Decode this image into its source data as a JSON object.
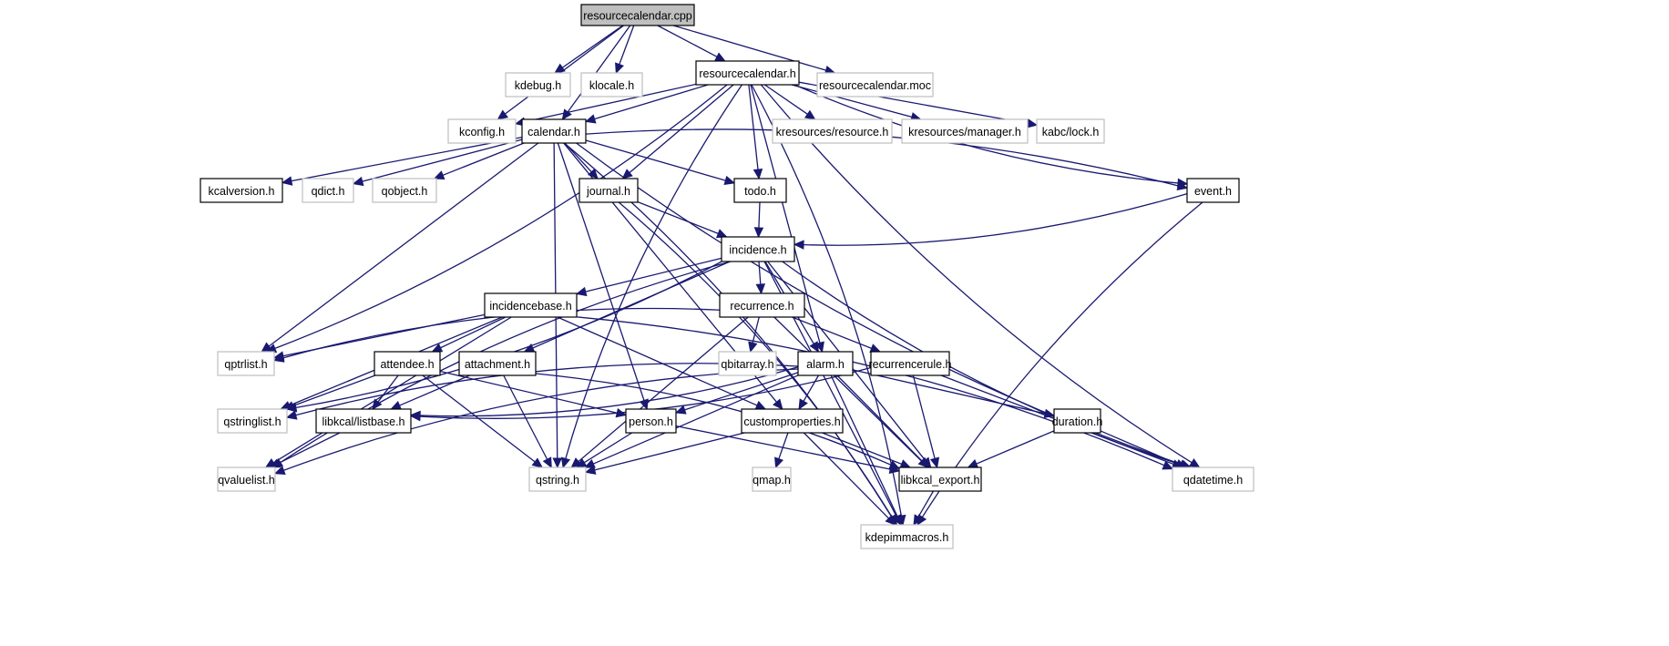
{
  "title": "resourcecalendar.cpp include dependency graph",
  "colors": {
    "edge": "#191970",
    "main_fill": "#bfbfbf",
    "local_border": "#000000",
    "system_border": "#bfbfbf"
  },
  "nodes": [
    {
      "id": "resourcecalendar_cpp",
      "label": "resourcecalendar.cpp",
      "kind": "main"
    },
    {
      "id": "kdebug_h",
      "label": "kdebug.h",
      "kind": "system"
    },
    {
      "id": "klocale_h",
      "label": "klocale.h",
      "kind": "system"
    },
    {
      "id": "resourcecalendar_h",
      "label": "resourcecalendar.h",
      "kind": "local"
    },
    {
      "id": "resourcecalendar_moc",
      "label": "resourcecalendar.moc",
      "kind": "system"
    },
    {
      "id": "kconfig_h",
      "label": "kconfig.h",
      "kind": "system"
    },
    {
      "id": "calendar_h",
      "label": "calendar.h",
      "kind": "local"
    },
    {
      "id": "kresources_resource_h",
      "label": "kresources/resource.h",
      "kind": "system"
    },
    {
      "id": "kresources_manager_h",
      "label": "kresources/manager.h",
      "kind": "system"
    },
    {
      "id": "kabc_lock_h",
      "label": "kabc/lock.h",
      "kind": "system"
    },
    {
      "id": "kcalversion_h",
      "label": "kcalversion.h",
      "kind": "local"
    },
    {
      "id": "qdict_h",
      "label": "qdict.h",
      "kind": "system"
    },
    {
      "id": "qobject_h",
      "label": "qobject.h",
      "kind": "system"
    },
    {
      "id": "journal_h",
      "label": "journal.h",
      "kind": "local"
    },
    {
      "id": "todo_h",
      "label": "todo.h",
      "kind": "local"
    },
    {
      "id": "event_h",
      "label": "event.h",
      "kind": "local"
    },
    {
      "id": "incidence_h",
      "label": "incidence.h",
      "kind": "local"
    },
    {
      "id": "incidencebase_h",
      "label": "incidencebase.h",
      "kind": "local"
    },
    {
      "id": "recurrence_h",
      "label": "recurrence.h",
      "kind": "local"
    },
    {
      "id": "qptrlist_h",
      "label": "qptrlist.h",
      "kind": "system"
    },
    {
      "id": "attendee_h",
      "label": "attendee.h",
      "kind": "local"
    },
    {
      "id": "attachment_h",
      "label": "attachment.h",
      "kind": "local"
    },
    {
      "id": "qbitarray_h",
      "label": "qbitarray.h",
      "kind": "system"
    },
    {
      "id": "alarm_h",
      "label": "alarm.h",
      "kind": "local"
    },
    {
      "id": "recurrencerule_h",
      "label": "recurrencerule.h",
      "kind": "local"
    },
    {
      "id": "qstringlist_h",
      "label": "qstringlist.h",
      "kind": "system"
    },
    {
      "id": "listbase_h",
      "label": "libkcal/listbase.h",
      "kind": "local"
    },
    {
      "id": "person_h",
      "label": "person.h",
      "kind": "local"
    },
    {
      "id": "customproperties_h",
      "label": "customproperties.h",
      "kind": "local"
    },
    {
      "id": "duration_h",
      "label": "duration.h",
      "kind": "local"
    },
    {
      "id": "qvaluelist_h",
      "label": "qvaluelist.h",
      "kind": "system"
    },
    {
      "id": "qstring_h",
      "label": "qstring.h",
      "kind": "system"
    },
    {
      "id": "qmap_h",
      "label": "qmap.h",
      "kind": "system"
    },
    {
      "id": "libkcal_export_h",
      "label": "libkcal_export.h",
      "kind": "local"
    },
    {
      "id": "qdatetime_h",
      "label": "qdatetime.h",
      "kind": "system"
    },
    {
      "id": "kdepimmacros_h",
      "label": "kdepimmacros.h",
      "kind": "system"
    }
  ],
  "edges": [
    [
      "resourcecalendar_cpp",
      "kconfig_h"
    ],
    [
      "resourcecalendar_cpp",
      "kdebug_h"
    ],
    [
      "resourcecalendar_cpp",
      "klocale_h"
    ],
    [
      "resourcecalendar_cpp",
      "calendar_h"
    ],
    [
      "resourcecalendar_cpp",
      "resourcecalendar_h"
    ],
    [
      "resourcecalendar_cpp",
      "resourcecalendar_moc"
    ],
    [
      "resourcecalendar_h",
      "kconfig_h"
    ],
    [
      "resourcecalendar_h",
      "calendar_h"
    ],
    [
      "resourcecalendar_h",
      "kresources_resource_h"
    ],
    [
      "resourcecalendar_h",
      "kresources_manager_h"
    ],
    [
      "resourcecalendar_h",
      "kabc_lock_h"
    ],
    [
      "resourcecalendar_h",
      "journal_h"
    ],
    [
      "resourcecalendar_h",
      "todo_h"
    ],
    [
      "resourcecalendar_h",
      "event_h"
    ],
    [
      "resourcecalendar_h",
      "qptrlist_h"
    ],
    [
      "resourcecalendar_h",
      "qstring_h"
    ],
    [
      "resourcecalendar_h",
      "alarm_h"
    ],
    [
      "resourcecalendar_h",
      "qdatetime_h"
    ],
    [
      "resourcecalendar_h",
      "kdepimmacros_h"
    ],
    [
      "calendar_h",
      "kcalversion_h"
    ],
    [
      "calendar_h",
      "qdict_h"
    ],
    [
      "calendar_h",
      "qobject_h"
    ],
    [
      "calendar_h",
      "journal_h"
    ],
    [
      "calendar_h",
      "todo_h"
    ],
    [
      "calendar_h",
      "event_h"
    ],
    [
      "calendar_h",
      "qptrlist_h"
    ],
    [
      "calendar_h",
      "qstring_h"
    ],
    [
      "calendar_h",
      "person_h"
    ],
    [
      "calendar_h",
      "customproperties_h"
    ],
    [
      "calendar_h",
      "qdatetime_h"
    ],
    [
      "calendar_h",
      "kdepimmacros_h"
    ],
    [
      "journal_h",
      "incidence_h"
    ],
    [
      "journal_h",
      "kdepimmacros_h"
    ],
    [
      "todo_h",
      "incidence_h"
    ],
    [
      "event_h",
      "incidence_h"
    ],
    [
      "event_h",
      "kdepimmacros_h"
    ],
    [
      "incidence_h",
      "incidencebase_h"
    ],
    [
      "incidence_h",
      "recurrence_h"
    ],
    [
      "incidence_h",
      "attachment_h"
    ],
    [
      "incidence_h",
      "alarm_h"
    ],
    [
      "incidence_h",
      "qstringlist_h"
    ],
    [
      "incidence_h",
      "qvaluelist_h"
    ],
    [
      "incidence_h",
      "libkcal_export_h"
    ],
    [
      "incidence_h",
      "qdatetime_h"
    ],
    [
      "incidence_h",
      "kdepimmacros_h"
    ],
    [
      "incidencebase_h",
      "qptrlist_h"
    ],
    [
      "incidencebase_h",
      "attendee_h"
    ],
    [
      "incidencebase_h",
      "qstringlist_h"
    ],
    [
      "incidencebase_h",
      "qvaluelist_h"
    ],
    [
      "incidencebase_h",
      "customproperties_h"
    ],
    [
      "incidencebase_h",
      "qdatetime_h"
    ],
    [
      "recurrence_h",
      "qptrlist_h"
    ],
    [
      "recurrence_h",
      "qbitarray_h"
    ],
    [
      "recurrence_h",
      "recurrencerule_h"
    ],
    [
      "recurrence_h",
      "qstring_h"
    ],
    [
      "recurrence_h",
      "libkcal_export_h"
    ],
    [
      "attendee_h",
      "qstringlist_h"
    ],
    [
      "attendee_h",
      "listbase_h"
    ],
    [
      "attendee_h",
      "qstring_h"
    ],
    [
      "attendee_h",
      "person_h"
    ],
    [
      "attachment_h",
      "listbase_h"
    ],
    [
      "attachment_h",
      "qstring_h"
    ],
    [
      "attachment_h",
      "libkcal_export_h"
    ],
    [
      "alarm_h",
      "qstringlist_h"
    ],
    [
      "alarm_h",
      "listbase_h"
    ],
    [
      "alarm_h",
      "person_h"
    ],
    [
      "alarm_h",
      "customproperties_h"
    ],
    [
      "alarm_h",
      "qvaluelist_h"
    ],
    [
      "alarm_h",
      "qstring_h"
    ],
    [
      "alarm_h",
      "duration_h"
    ],
    [
      "alarm_h",
      "libkcal_export_h"
    ],
    [
      "alarm_h",
      "kdepimmacros_h"
    ],
    [
      "recurrencerule_h",
      "listbase_h"
    ],
    [
      "recurrencerule_h",
      "libkcal_export_h"
    ],
    [
      "recurrencerule_h",
      "qdatetime_h"
    ],
    [
      "listbase_h",
      "qvaluelist_h"
    ],
    [
      "person_h",
      "qstring_h"
    ],
    [
      "person_h",
      "libkcal_export_h"
    ],
    [
      "customproperties_h",
      "qstring_h"
    ],
    [
      "customproperties_h",
      "qmap_h"
    ],
    [
      "customproperties_h",
      "libkcal_export_h"
    ],
    [
      "customproperties_h",
      "kdepimmacros_h"
    ],
    [
      "duration_h",
      "libkcal_export_h"
    ],
    [
      "duration_h",
      "qdatetime_h"
    ],
    [
      "libkcal_export_h",
      "kdepimmacros_h"
    ]
  ]
}
